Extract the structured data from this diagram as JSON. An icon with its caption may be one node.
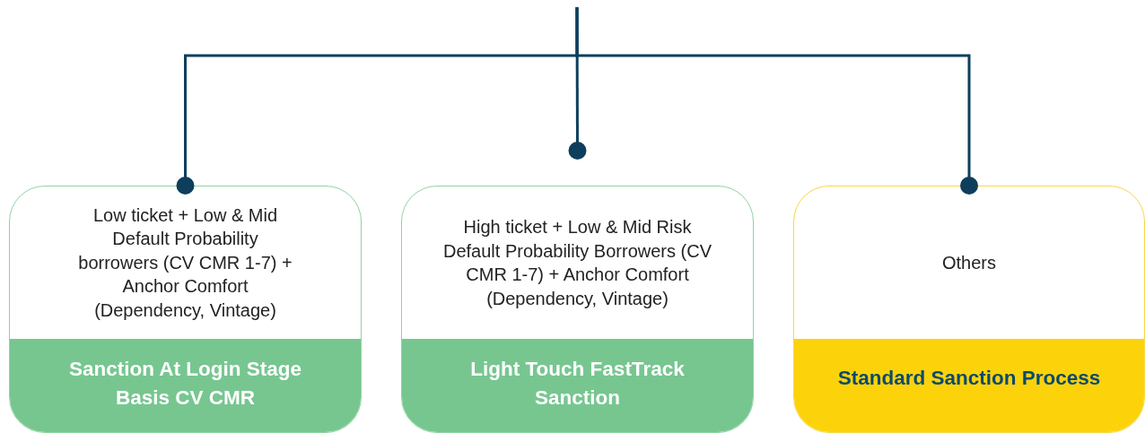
{
  "diagram": {
    "nodes": [
      {
        "text": [
          "Low ticket + Low & Mid Default Probability borrowers (CV CMR 1-7) + Anchor Comfort (Dependency, Vintage)",
          "Sanction At Login Stage Basis CV CMR"
        ]
      },
      {
        "text": [
          "High ticket + Low & Mid Risk Default Probability Borrowers (CV CMR 1-7) + Anchor Comfort (Dependency, Vintage)",
          "Light Touch FastTrack Sanction"
        ]
      },
      {
        "text": [
          "Others",
          "Standard Sanction Process"
        ]
      }
    ],
    "edges": [
      {
        "from": null,
        "to": 0,
        "arrow": "other"
      },
      {
        "from": null,
        "to": 1,
        "arrow": "other"
      },
      {
        "from": null,
        "to": 2,
        "arrow": "other"
      }
    ]
  }
}
